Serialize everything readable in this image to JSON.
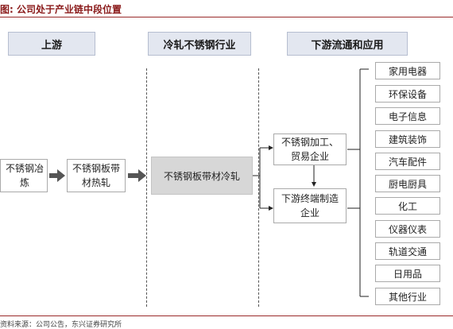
{
  "figure": {
    "title": "图: 公司处于产业链中段位置",
    "source": "资料来源：公司公告，东兴证券研究所"
  },
  "headers": {
    "upstream": "上游",
    "industry": "冷轧不锈钢行业",
    "downstream": "下游流通和应用"
  },
  "nodes": {
    "smelting": "不锈钢冶炼",
    "hot_rolling": "不锈钢板带材热轧",
    "cold_rolling": "不锈钢板带材冷轧",
    "processing_trade": "不锈钢加工、贸易企业",
    "terminal_manufacturing": "下游终端制造企业"
  },
  "applications": [
    "家用电器",
    "环保设备",
    "电子信息",
    "建筑装饰",
    "汽车配件",
    "厨电厨具",
    "化工",
    "仪器仪表",
    "轨道交通",
    "日用品",
    "其他行业"
  ]
}
